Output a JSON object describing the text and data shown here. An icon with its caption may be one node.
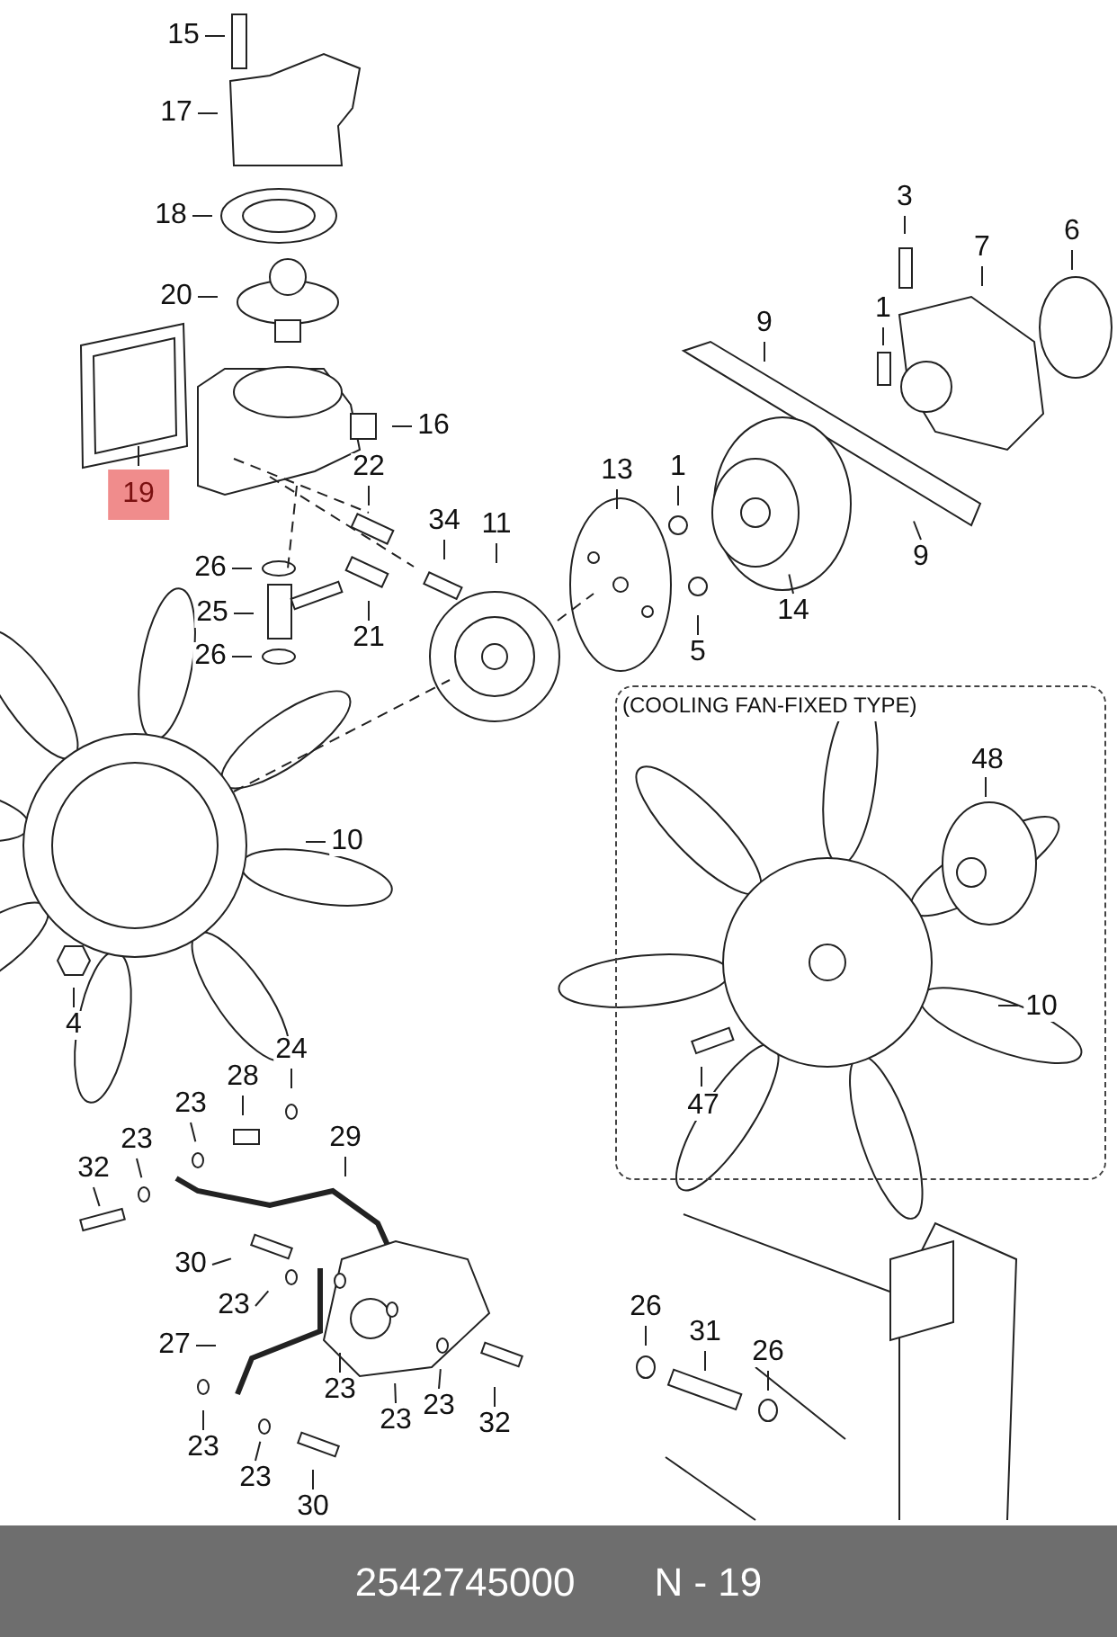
{
  "diagram": {
    "nodes": [
      {
        "text": [
          "15"
        ]
      },
      {
        "text": [
          "17"
        ]
      },
      {
        "text": [
          "18"
        ]
      },
      {
        "text": [
          "20"
        ]
      },
      {
        "text": [
          "19"
        ]
      },
      {
        "text": [
          "16"
        ]
      },
      {
        "text": [
          "22"
        ]
      },
      {
        "text": [
          "34"
        ]
      },
      {
        "text": [
          "26"
        ]
      },
      {
        "text": [
          "25"
        ]
      },
      {
        "text": [
          "21"
        ]
      },
      {
        "text": [
          "26"
        ]
      },
      {
        "text": [
          "11"
        ]
      },
      {
        "text": [
          "13"
        ]
      },
      {
        "text": [
          "1"
        ]
      },
      {
        "text": [
          "5"
        ]
      },
      {
        "text": [
          "14"
        ]
      },
      {
        "text": [
          "9"
        ]
      },
      {
        "text": [
          "9"
        ]
      },
      {
        "text": [
          "3"
        ]
      },
      {
        "text": [
          "1"
        ]
      },
      {
        "text": [
          "7"
        ]
      },
      {
        "text": [
          "6"
        ]
      },
      {
        "text": [
          "10"
        ]
      },
      {
        "text": [
          "4"
        ]
      },
      {
        "text": [
          "(COOLING FAN-FIXED TYPE)"
        ]
      },
      {
        "text": [
          "48"
        ],
        "in": 25
      },
      {
        "text": [
          "10"
        ],
        "in": 25
      },
      {
        "text": [
          "47"
        ],
        "in": 25
      },
      {
        "text": [
          "24"
        ]
      },
      {
        "text": [
          "28"
        ]
      },
      {
        "text": [
          "23"
        ]
      },
      {
        "text": [
          "23"
        ]
      },
      {
        "text": [
          "32"
        ]
      },
      {
        "text": [
          "29"
        ]
      },
      {
        "text": [
          "30"
        ]
      },
      {
        "text": [
          "23"
        ]
      },
      {
        "text": [
          "27"
        ]
      },
      {
        "text": [
          "23"
        ]
      },
      {
        "text": [
          "23"
        ]
      },
      {
        "text": [
          "23"
        ]
      },
      {
        "text": [
          "32"
        ]
      },
      {
        "text": [
          "23"
        ]
      },
      {
        "text": [
          "23"
        ]
      },
      {
        "text": [
          "30"
        ]
      },
      {
        "text": [
          "26"
        ]
      },
      {
        "text": [
          "31"
        ]
      },
      {
        "text": [
          "26"
        ]
      }
    ],
    "edges": [
      {
        "from": 0,
        "to": null,
        "arrow": "none"
      },
      {
        "from": 1,
        "to": null,
        "arrow": "none"
      },
      {
        "from": 2,
        "to": null,
        "arrow": "none"
      },
      {
        "from": 3,
        "to": null,
        "arrow": "none"
      },
      {
        "from": 4,
        "to": null,
        "arrow": "none"
      },
      {
        "from": 5,
        "to": null,
        "arrow": "none"
      },
      {
        "from": 6,
        "to": null,
        "arrow": "none"
      },
      {
        "from": 7,
        "to": null,
        "arrow": "none"
      },
      {
        "from": 8,
        "to": null,
        "arrow": "none"
      },
      {
        "from": 9,
        "to": null,
        "arrow": "none"
      },
      {
        "from": 10,
        "to": null,
        "arrow": "none"
      },
      {
        "from": 11,
        "to": null,
        "arrow": "none"
      },
      {
        "from": 12,
        "to": null,
        "arrow": "none"
      },
      {
        "from": 13,
        "to": null,
        "arrow": "none"
      },
      {
        "from": 14,
        "to": null,
        "arrow": "none"
      },
      {
        "from": 15,
        "to": null,
        "arrow": "none"
      },
      {
        "from": 16,
        "to": null,
        "arrow": "none"
      },
      {
        "from": 17,
        "to": null,
        "arrow": "none"
      },
      {
        "from": 18,
        "to": null,
        "arrow": "none"
      },
      {
        "from": 19,
        "to": null,
        "arrow": "none"
      },
      {
        "from": 20,
        "to": null,
        "arrow": "none"
      },
      {
        "from": 21,
        "to": null,
        "arrow": "none"
      },
      {
        "from": 22,
        "to": null,
        "arrow": "none"
      },
      {
        "from": 23,
        "to": null,
        "arrow": "none"
      },
      {
        "from": 24,
        "to": null,
        "arrow": "none"
      },
      {
        "from": 26,
        "to": null,
        "arrow": "none"
      },
      {
        "from": 27,
        "to": null,
        "arrow": "none"
      },
      {
        "from": 28,
        "to": null,
        "arrow": "none"
      },
      {
        "from": 29,
        "to": null,
        "arrow": "none"
      },
      {
        "from": 30,
        "to": null,
        "arrow": "none"
      },
      {
        "from": 31,
        "to": null,
        "arrow": "none"
      },
      {
        "from": 32,
        "to": null,
        "arrow": "none"
      },
      {
        "from": 33,
        "to": null,
        "arrow": "none"
      },
      {
        "from": 34,
        "to": null,
        "arrow": "none"
      },
      {
        "from": 35,
        "to": null,
        "arrow": "none"
      },
      {
        "from": 36,
        "to": null,
        "arrow": "none"
      },
      {
        "from": 37,
        "to": null,
        "arrow": "none"
      },
      {
        "from": 38,
        "to": null,
        "arrow": "none"
      },
      {
        "from": 39,
        "to": null,
        "arrow": "none"
      },
      {
        "from": 40,
        "to": null,
        "arrow": "none"
      },
      {
        "from": 41,
        "to": null,
        "arrow": "none"
      },
      {
        "from": 42,
        "to": null,
        "arrow": "none"
      },
      {
        "from": 43,
        "to": null,
        "arrow": "none"
      },
      {
        "from": 44,
        "to": null,
        "arrow": "none"
      },
      {
        "from": 45,
        "to": null,
        "arrow": "none"
      },
      {
        "from": 46,
        "to": null,
        "arrow": "none"
      },
      {
        "from": 47,
        "to": null,
        "arrow": "none"
      }
    ],
    "labels": [
      "2542745000",
      "N - 19"
    ]
  }
}
